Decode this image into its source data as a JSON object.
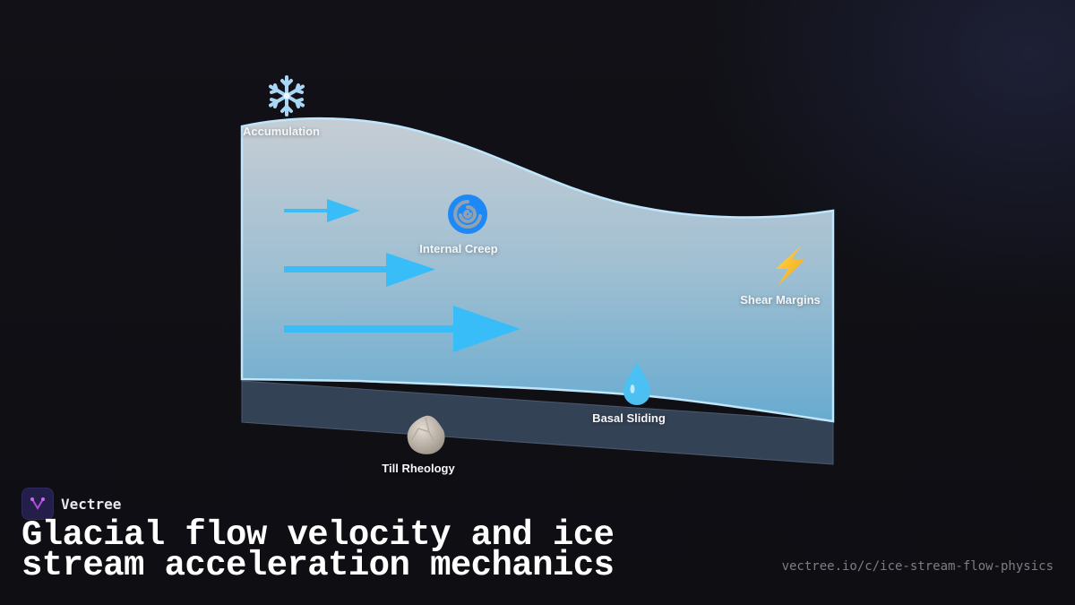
{
  "diagram": {
    "title": "Glacial flow velocity and ice stream acceleration mechanics",
    "colors": {
      "background": "#0f0f14",
      "ice_top": "#c4ccd3",
      "ice_bottom": "#6aaed0",
      "ice_edge": "#bfe6fb",
      "bed": "#344256",
      "arrow": "#38bdf8"
    },
    "nodes": [
      {
        "id": "accumulation",
        "label": "Accumulation",
        "icon": "snowflake-icon",
        "glyph": "❄️"
      },
      {
        "id": "internal-creep",
        "label": "Internal Creep",
        "icon": "cyclone-icon",
        "glyph": "🌀"
      },
      {
        "id": "shear-margins",
        "label": "Shear Margins",
        "icon": "lightning-icon",
        "glyph": "⚡"
      },
      {
        "id": "basal-sliding",
        "label": "Basal Sliding",
        "icon": "droplet-icon",
        "glyph": "💧"
      },
      {
        "id": "till-rheology",
        "label": "Till Rheology",
        "icon": "rock-icon",
        "glyph": "🪨"
      }
    ],
    "velocity_arrows": [
      {
        "id": "surface-slow",
        "length": "short"
      },
      {
        "id": "mid-medium",
        "length": "medium"
      },
      {
        "id": "deep-fast",
        "length": "long"
      }
    ]
  },
  "footer": {
    "brand": "Vectree",
    "title": "Glacial flow velocity and ice stream acceleration mechanics",
    "url": "vectree.io/c/ice-stream-flow-physics"
  }
}
